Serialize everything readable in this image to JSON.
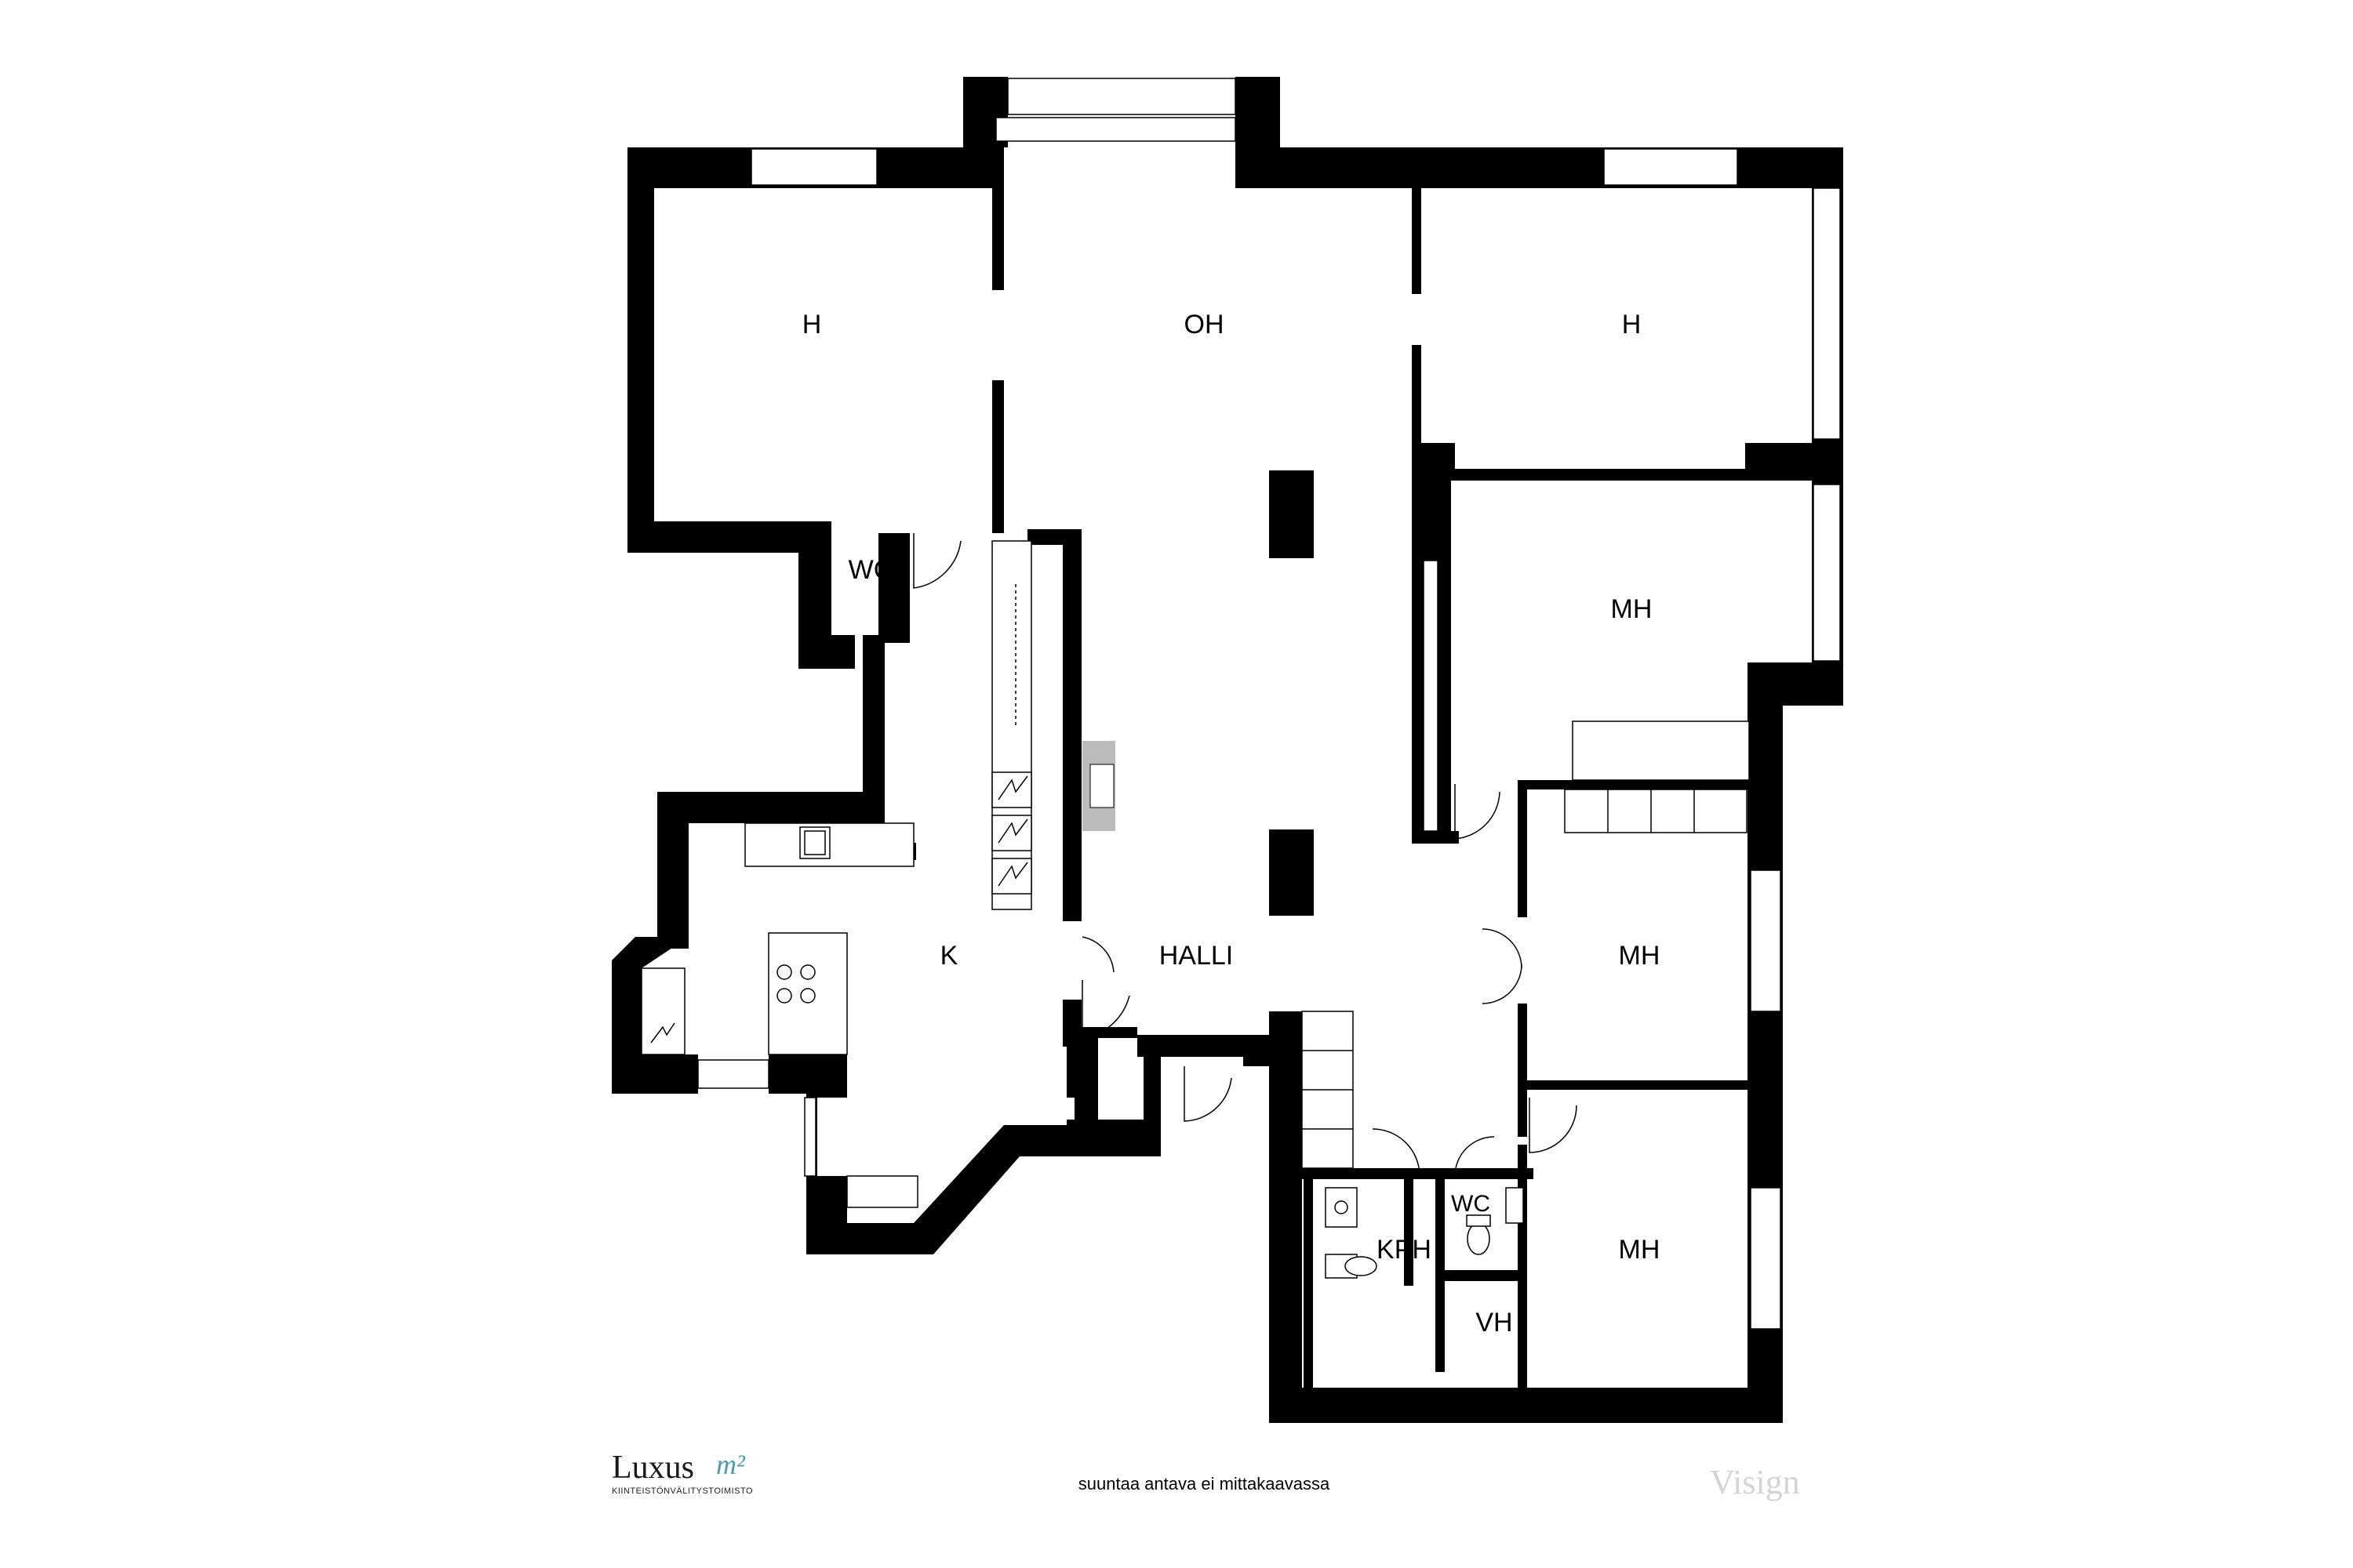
{
  "rooms": {
    "h_left": "H",
    "oh": "OH",
    "h_right": "H",
    "wc_top": "WC",
    "mh_1": "MH",
    "k": "K",
    "halli": "HALLI",
    "mh_2": "MH",
    "kph": "KPH",
    "wc_bottom": "WC",
    "mh_3": "MH",
    "vh": "VH"
  },
  "footer": {
    "note": "suuntaa antava ei mittakaavassa",
    "brand_name": "Luxus",
    "brand_m": "m²",
    "brand_tagline": "KIINTEISTÖNVÄLITYSTOIMISTO",
    "watermark": "Visign"
  }
}
